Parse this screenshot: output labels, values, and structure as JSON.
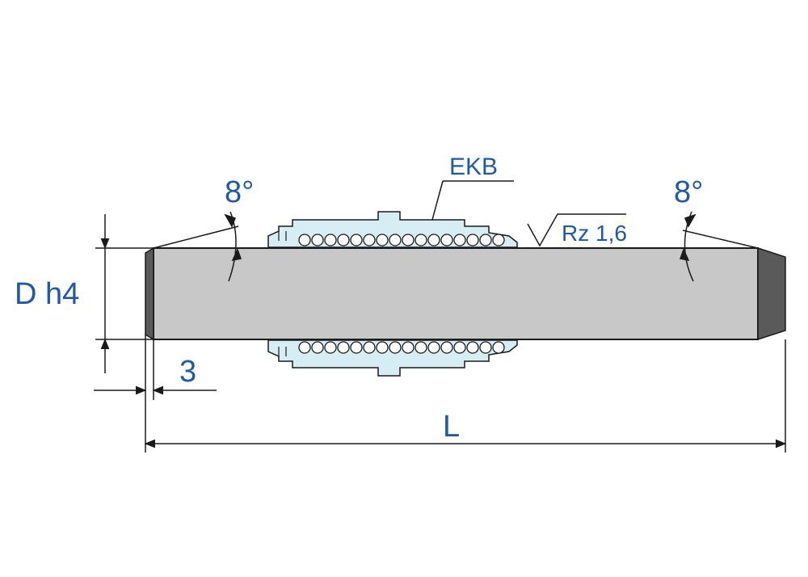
{
  "labels": {
    "diameter": "D h4",
    "chamfer_length": "3",
    "total_length": "L",
    "angle_left": "8°",
    "angle_right": "8°",
    "bushing": "EKB",
    "roughness": "Rz 1,6"
  },
  "colors": {
    "label": "#1f5aa6",
    "shaft_fill": "#c8c8c8",
    "shaft_end": "#5a5a5a",
    "bushing_fill": "#d6edf3",
    "line": "#1a1a1a"
  }
}
